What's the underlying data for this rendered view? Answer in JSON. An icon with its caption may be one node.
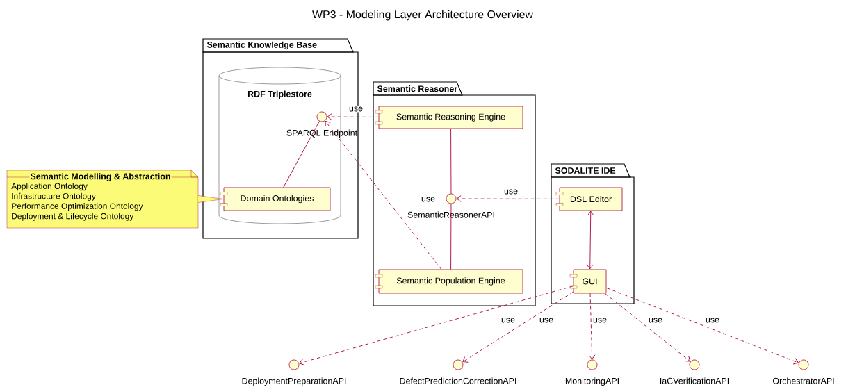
{
  "diagram": {
    "title": "WP3 - Modeling Layer Architecture Overview",
    "nodes": [
      {
        "text": [
          "Semantic Knowledge Base"
        ]
      },
      {
        "text": [
          "RDF Triplestore"
        ],
        "in": 0
      },
      {
        "text": [],
        "shape": "circle",
        "in": 1,
        "beside": [
          "SPARQL Endpoint"
        ]
      },
      {
        "text": [
          "Domain Ontologies"
        ],
        "in": 1
      },
      {
        "text": [
          "Semantic Modelling & Abstraction",
          "Application Ontology",
          "Infrastructure Ontology",
          "Performance Optimization Ontology",
          "Deployment & Lifecycle Ontology"
        ]
      },
      {
        "text": [
          "Semantic Reasoner"
        ]
      },
      {
        "text": [
          "Semantic Reasoning Engine"
        ],
        "in": 5
      },
      {
        "text": [],
        "shape": "circle",
        "in": 5,
        "beside": [
          "SemanticReasonerAPI"
        ]
      },
      {
        "text": [
          "Semantic Population Engine"
        ],
        "in": 5
      },
      {
        "text": [
          "SODALITE IDE"
        ]
      },
      {
        "text": [
          "DSL Editor"
        ],
        "in": 9
      },
      {
        "text": [
          "GUI"
        ],
        "in": 9
      },
      {
        "text": [],
        "shape": "circle",
        "beside": [
          "DeploymentPreparationAPI"
        ]
      },
      {
        "text": [],
        "shape": "circle",
        "beside": [
          "DefectPredictionCorrectionAPI"
        ]
      },
      {
        "text": [],
        "shape": "circle",
        "beside": [
          "MonitoringAPI"
        ]
      },
      {
        "text": [],
        "shape": "circle",
        "beside": [
          "IaCVerificationAPI"
        ]
      },
      {
        "text": [],
        "shape": "circle",
        "beside": [
          "OrchestratorAPI"
        ]
      }
    ],
    "edges": [
      {
        "from": 6,
        "to": 2,
        "arrow": "to",
        "style": "dashed",
        "label": "use"
      },
      {
        "from": 3,
        "to": 2,
        "arrow": "none"
      },
      {
        "from": 8,
        "to": 2,
        "arrow": "to",
        "style": "dashed"
      },
      {
        "from": 4,
        "to": 3,
        "arrow": "none"
      },
      {
        "from": 6,
        "to": 7,
        "arrow": "none"
      },
      {
        "from": 7,
        "to": 8,
        "arrow": "none"
      },
      {
        "from": 10,
        "to": 7,
        "arrow": "to",
        "style": "dashed",
        "label": "use"
      },
      {
        "from": 10,
        "to": 11,
        "arrow": "both"
      },
      {
        "from": 11,
        "to": 12,
        "arrow": "to",
        "style": "dashed",
        "label": "use"
      },
      {
        "from": 11,
        "to": 13,
        "arrow": "to",
        "style": "dashed",
        "label": "use"
      },
      {
        "from": 11,
        "to": 14,
        "arrow": "to",
        "style": "dashed",
        "label": "use"
      },
      {
        "from": 11,
        "to": 15,
        "arrow": "to",
        "style": "dashed",
        "label": "use"
      },
      {
        "from": 11,
        "to": 16,
        "arrow": "to",
        "style": "dashed",
        "label": "use"
      }
    ],
    "labels": [
      "use"
    ]
  }
}
